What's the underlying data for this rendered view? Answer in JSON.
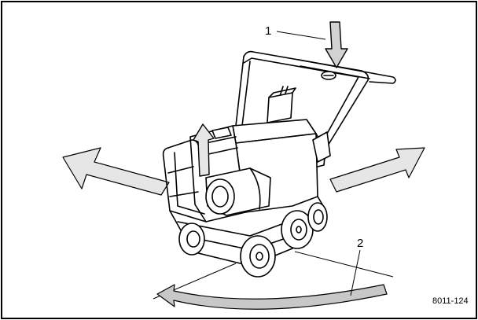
{
  "callouts": {
    "one": "1",
    "two": "2"
  },
  "figure_code": "8011-124",
  "icons": {
    "machine": "pressure-washer-illustration",
    "push_down": "arrow-down-icon",
    "lift_up": "arrow-up-icon",
    "move_left": "arrow-left-icon",
    "move_right": "arrow-right-icon",
    "rotate": "curved-arrow-icon"
  },
  "colors": {
    "line": "#000000",
    "arrow_fill_light": "#e6e6e6",
    "arrow_fill_dark": "#c8c8c8",
    "background": "#ffffff"
  }
}
